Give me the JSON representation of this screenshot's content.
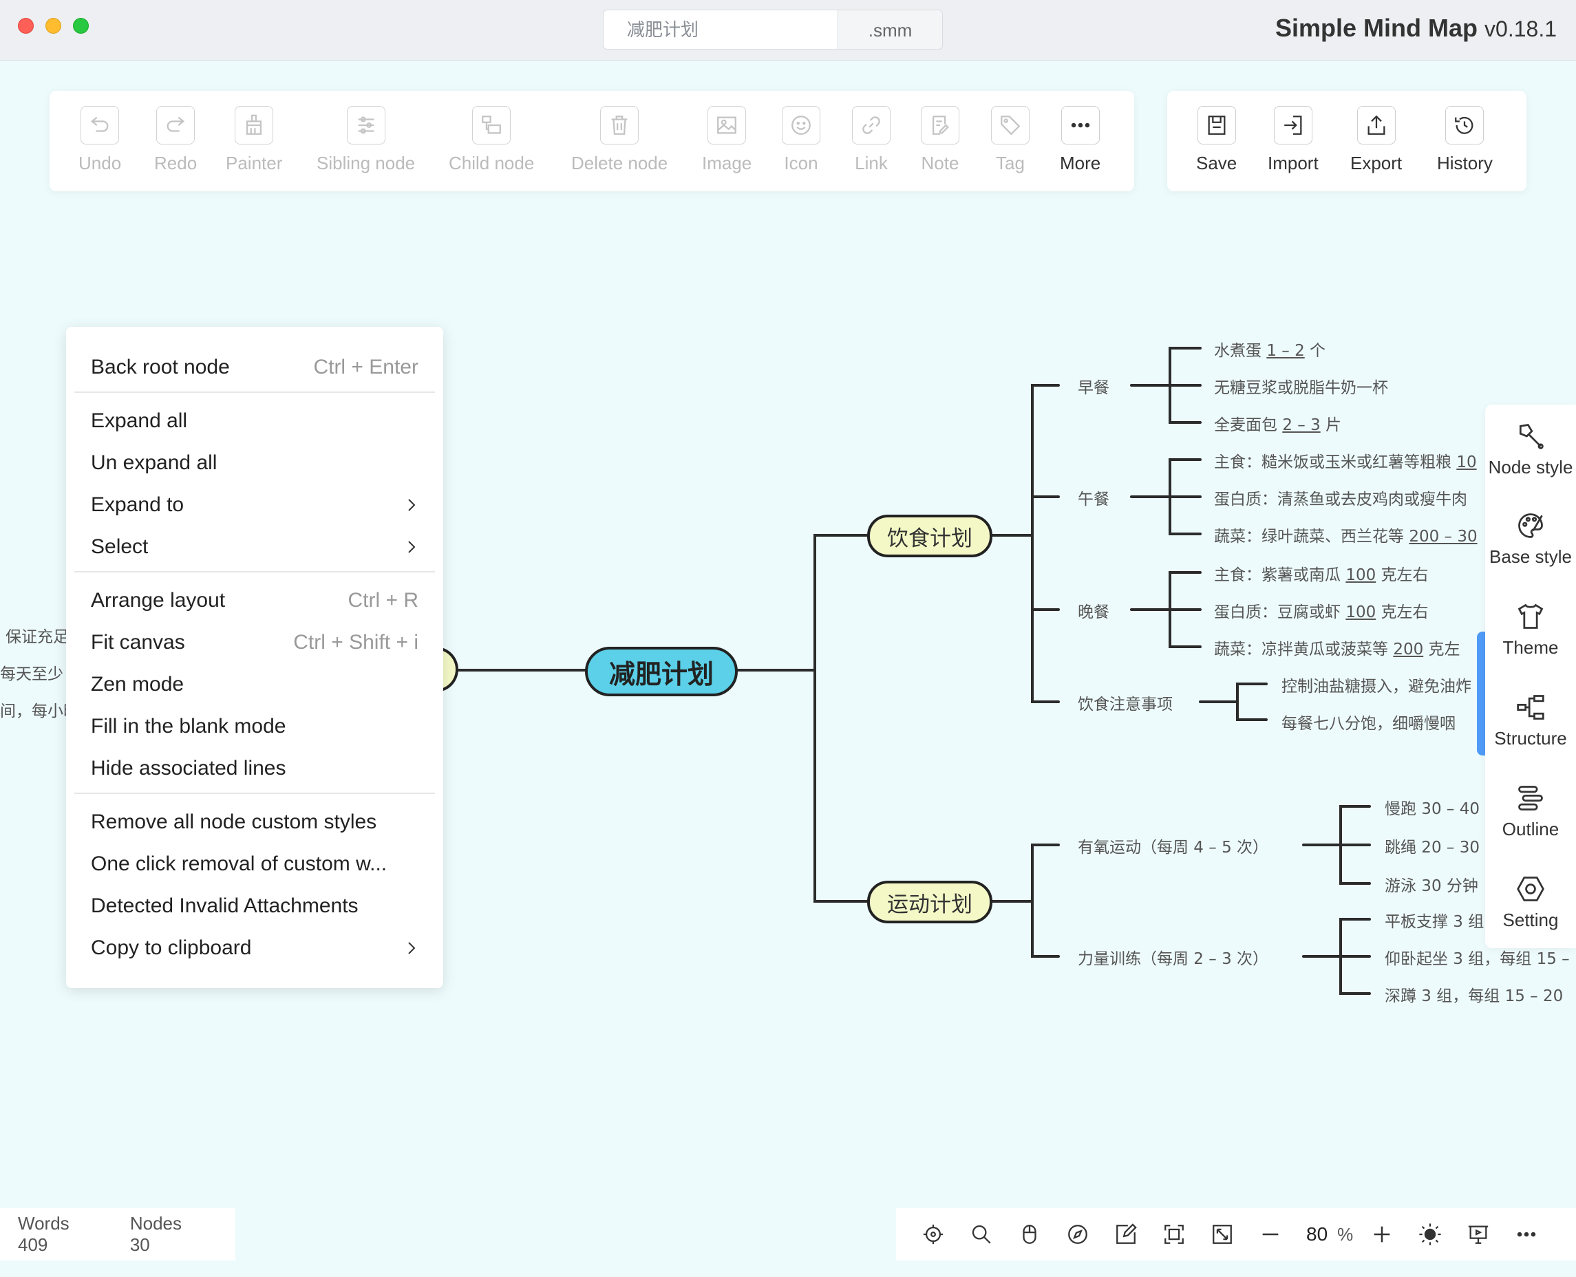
{
  "window": {
    "filename": "减肥计划",
    "extension": ".smm",
    "app_title": "Simple Mind Map",
    "app_version": "v0.18.1"
  },
  "toolbar": {
    "left": [
      {
        "label": "Undo",
        "icon": "undo-icon",
        "enabled": false
      },
      {
        "label": "Redo",
        "icon": "redo-icon",
        "enabled": false
      },
      {
        "label": "Painter",
        "icon": "painter-icon",
        "enabled": false
      },
      {
        "label": "Sibling node",
        "icon": "sibling-node-icon",
        "enabled": false
      },
      {
        "label": "Child node",
        "icon": "child-node-icon",
        "enabled": false
      },
      {
        "label": "Delete node",
        "icon": "trash-icon",
        "enabled": false
      },
      {
        "label": "Image",
        "icon": "image-icon",
        "enabled": false
      },
      {
        "label": "Icon",
        "icon": "smiley-icon",
        "enabled": false
      },
      {
        "label": "Link",
        "icon": "link-icon",
        "enabled": false
      },
      {
        "label": "Note",
        "icon": "note-icon",
        "enabled": false
      },
      {
        "label": "Tag",
        "icon": "tag-icon",
        "enabled": false
      },
      {
        "label": "More",
        "icon": "more-icon",
        "enabled": true
      }
    ],
    "right": [
      {
        "label": "Save",
        "icon": "save-icon"
      },
      {
        "label": "Import",
        "icon": "import-icon"
      },
      {
        "label": "Export",
        "icon": "export-icon"
      },
      {
        "label": "History",
        "icon": "history-icon"
      }
    ]
  },
  "context_menu": {
    "groups": [
      [
        {
          "label": "Back root node",
          "shortcut": "Ctrl + Enter"
        }
      ],
      [
        {
          "label": "Expand all"
        },
        {
          "label": "Un expand all"
        },
        {
          "label": "Expand to",
          "submenu": true
        },
        {
          "label": "Select",
          "submenu": true
        }
      ],
      [
        {
          "label": "Arrange layout",
          "shortcut": "Ctrl + R"
        },
        {
          "label": "Fit canvas",
          "shortcut": "Ctrl + Shift + i"
        },
        {
          "label": "Zen mode"
        },
        {
          "label": "Fill in the blank mode"
        },
        {
          "label": "Hide associated lines"
        }
      ],
      [
        {
          "label": "Remove all node custom styles"
        },
        {
          "label": "One click removal of custom w..."
        },
        {
          "label": "Detected Invalid Attachments"
        },
        {
          "label": "Copy to clipboard",
          "submenu": true
        }
      ]
    ]
  },
  "mindmap": {
    "root": "减肥计划",
    "diet": {
      "label": "饮食计划",
      "breakfast": {
        "label": "早餐",
        "items": [
          "水煮蛋 ",
          "1 – 2",
          " 个",
          "无糖豆浆或脱脂牛奶一杯",
          "全麦面包 ",
          "2 – 3",
          " 片"
        ]
      },
      "lunch": {
        "label": "午餐",
        "items": [
          "主食：糙米饭或玉米或红薯等粗粮 ",
          "10",
          "蛋白质：清蒸鱼或去皮鸡肉或瘦牛肉",
          "蔬菜：绿叶蔬菜、西兰花等 ",
          "200 – 30"
        ]
      },
      "dinner": {
        "label": "晚餐",
        "items": [
          "主食：紫薯或南瓜 ",
          "100",
          " 克左右",
          "蛋白质：豆腐或虾 ",
          "100",
          " 克左右",
          "蔬菜：凉拌黄瓜或菠菜等 ",
          "200",
          " 克左"
        ]
      },
      "notes": {
        "label": "饮食注意事项",
        "items": [
          "控制油盐糖摄入，避免油炸",
          "每餐七八分饱，细嚼慢咽"
        ]
      }
    },
    "exercise": {
      "label": "运动计划",
      "aerobic": {
        "label": "有氧运动（每周 4 – 5 次）",
        "items": [
          "慢跑 30 – 40",
          "跳绳 20 – 30",
          "游泳 30 分钟"
        ]
      },
      "strength": {
        "label": "力量训练（每周 2 – 3 次）",
        "items": [
          "平板支撑 3 组",
          "仰卧起坐 3 组，每组 15 –",
          "深蹲 3 组，每组 15 – 20"
        ]
      }
    },
    "left_partial": [
      "保证充足",
      "每天至少",
      "间，每小时"
    ]
  },
  "sidebar": [
    {
      "label": "Node style",
      "icon": "node-style-icon"
    },
    {
      "label": "Base style",
      "icon": "palette-icon"
    },
    {
      "label": "Theme",
      "icon": "shirt-icon"
    },
    {
      "label": "Structure",
      "icon": "structure-icon"
    },
    {
      "label": "Outline",
      "icon": "outline-icon"
    },
    {
      "label": "Setting",
      "icon": "setting-icon"
    }
  ],
  "status": {
    "words_label": "Words",
    "words": "409",
    "nodes_label": "Nodes",
    "nodes": "30",
    "zoom": "80",
    "zoom_unit": "%"
  }
}
